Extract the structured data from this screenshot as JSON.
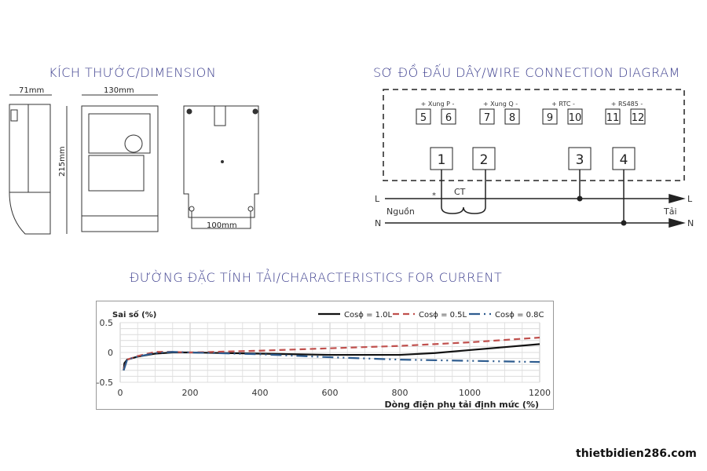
{
  "dimension": {
    "title": "KÍCH THƯỚC/DIMENSION",
    "depth": "71mm",
    "width": "130mm",
    "height": "215mm",
    "mount": "100mm"
  },
  "wiring": {
    "title": "SƠ ĐỒ ĐẤU DÂY/WIRE CONNECTION DIAGRAM",
    "groups": [
      "+ Xung P -",
      "+ Xung Q -",
      "+ RTC -",
      "+ RS485 -"
    ],
    "small_terminals": [
      "5",
      "6",
      "7",
      "8",
      "9",
      "10",
      "11",
      "12"
    ],
    "main_terminals": [
      "1",
      "2",
      "3",
      "4"
    ],
    "ct": "CT",
    "star": "*",
    "L": "L",
    "N": "N",
    "source": "Nguồn",
    "load": "Tải"
  },
  "chart_title": "ĐƯỜNG ĐẶC TÍNH TẢI/CHARACTERISTICS FOR CURRENT",
  "chart_data": {
    "type": "line",
    "ylabel": "Sai số (%)",
    "xlabel": "Dòng điện phụ tải định mức (%)",
    "xlim": [
      0,
      1200
    ],
    "ylim": [
      -0.5,
      0.5
    ],
    "xticks": [
      "0",
      "200",
      "400",
      "600",
      "800",
      "1000",
      "1200"
    ],
    "yticks": [
      "0.5",
      "0",
      "-0.5"
    ],
    "grid": true,
    "legend": "top-right",
    "series": [
      {
        "name": "Cosϕ = 1.0L",
        "color": "#111111",
        "dash": "",
        "x": [
          10,
          12,
          20,
          50,
          100,
          150,
          200,
          400,
          600,
          800,
          900,
          1000,
          1100,
          1200
        ],
        "y": [
          -0.3,
          -0.18,
          -0.12,
          -0.07,
          -0.02,
          0,
          0,
          -0.02,
          -0.04,
          -0.04,
          -0.01,
          0.04,
          0.09,
          0.14
        ]
      },
      {
        "name": "Cosϕ = 0.5L",
        "color": "#c0504d",
        "dash": "8,5",
        "x": [
          10,
          20,
          50,
          100,
          150,
          200,
          400,
          600,
          800,
          1000,
          1200
        ],
        "y": [
          -0.28,
          -0.12,
          -0.06,
          0.01,
          0.01,
          0,
          0.03,
          0.07,
          0.11,
          0.17,
          0.25
        ]
      },
      {
        "name": "Cosϕ = 0.8C",
        "color": "#2e5c8f",
        "dash": "14,5,2,5,2,5",
        "x": [
          10,
          20,
          50,
          100,
          150,
          200,
          400,
          600,
          800,
          1000,
          1200
        ],
        "y": [
          -0.3,
          -0.12,
          -0.07,
          -0.01,
          0.01,
          0,
          -0.03,
          -0.08,
          -0.12,
          -0.14,
          -0.16
        ]
      }
    ]
  },
  "watermark": "thietbidien286.com",
  "site": "thietbidien286.com"
}
